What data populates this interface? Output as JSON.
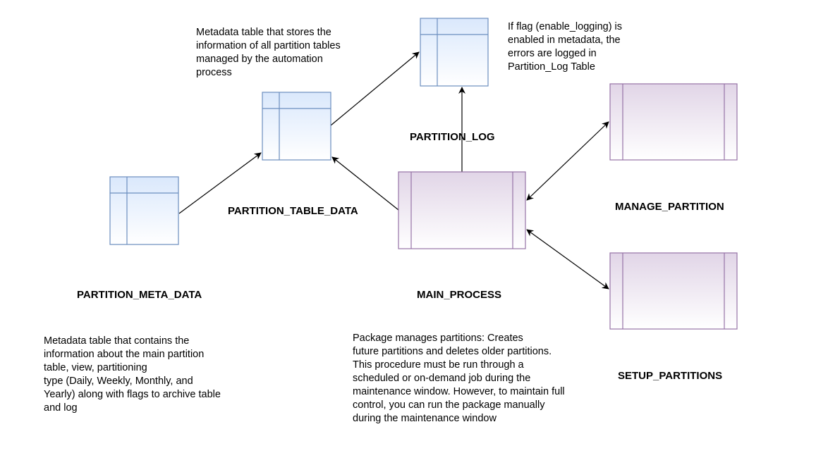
{
  "nodes": {
    "partition_meta_data": {
      "label": "PARTITION_META_DATA"
    },
    "partition_table_data": {
      "label": "PARTITION_TABLE_DATA"
    },
    "partition_log": {
      "label": "PARTITION_LOG"
    },
    "main_process": {
      "label": "MAIN_PROCESS"
    },
    "manage_partition": {
      "label": "MANAGE_PARTITION"
    },
    "setup_partitions": {
      "label": "SETUP_PARTITIONS"
    }
  },
  "notes": {
    "table_data_note": "Metadata table that stores the\ninformation of all partition tables\nmanaged by the automation\nprocess",
    "log_note": "If flag (enable_logging) is\nenabled in metadata, the\nerrors are logged in\nPartition_Log Table",
    "meta_note": "Metadata table that contains the\ninformation about the main partition\ntable, view, partitioning\ntype (Daily, Weekly, Monthly, and\nYearly) along with flags to archive table\nand log",
    "process_note": "        Package manages partitions: Creates\nfuture partitions and deletes older partitions.\nThis procedure must be run through a\nscheduled or on-demand job during the\nmaintenance window. However, to maintain full\ncontrol, you can run the package manually\nduring the maintenance window"
  },
  "colors": {
    "table_fill": "#dae8fc",
    "table_stroke": "#6c8ebf",
    "process_fill": "#e1d5e7",
    "process_stroke": "#9673a6",
    "edge": "#000000"
  }
}
